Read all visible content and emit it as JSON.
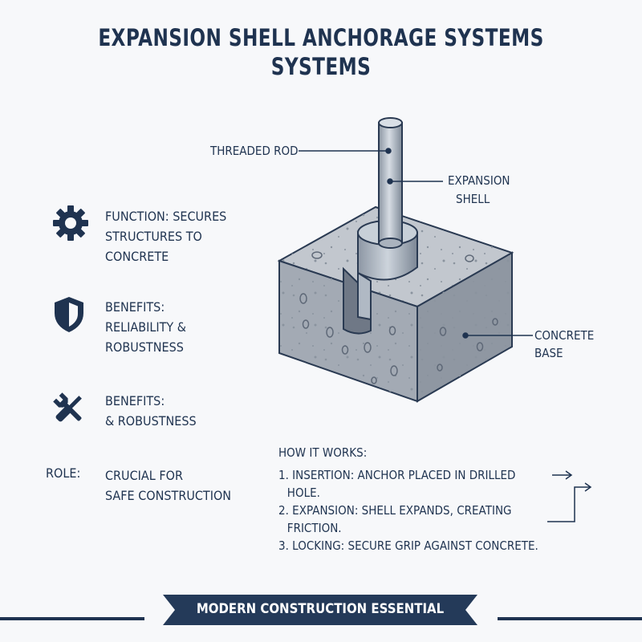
{
  "title": {
    "line1": "EXPANSION SHELL ANCHORAGE SYSTEMS",
    "line2": "SYSTEMS"
  },
  "diagram": {
    "labels": {
      "threaded_rod": "THREADED ROD",
      "expansion_shell_1": "EXPANSION",
      "expansion_shell_2": "SHELL",
      "concrete_base_1": "CONCRETE",
      "concrete_base_2": "BASE"
    }
  },
  "features": [
    {
      "icon": "gear-icon",
      "lines": [
        "FUNCTION: SECURES",
        "STRUCTURES TO",
        "CONCRETE"
      ]
    },
    {
      "icon": "shield-icon",
      "lines": [
        "BENEFITS:",
        "RELIABILITY &",
        "ROBUSTNESS"
      ]
    },
    {
      "icon": "tools-icon",
      "lines": [
        "BENEFITS:",
        "& ROBUSTNESS"
      ]
    }
  ],
  "role": {
    "label": "ROLE:",
    "line1": "CRUCIAL FOR",
    "line2": "SAFE CONSTRUCTION"
  },
  "how_it_works": {
    "heading": "HOW IT WORKS:",
    "steps": [
      {
        "line1": "1.  INSERTION: ANCHOR PLACED IN DRILLED",
        "line2": "HOLE."
      },
      {
        "line1": "2.  EXPANSION: SHELL EXPANDS, CREATING",
        "line2": "FRICTION."
      },
      {
        "line1": "3.  LOCKING: SECURE GRIP AGAINST CONCRETE.",
        "line2": ""
      }
    ]
  },
  "banner": {
    "text": "MODERN CONSTRUCTION ESSENTIAL"
  },
  "colors": {
    "navy": "#1f3350",
    "concrete": "#a9b0ba",
    "steel": "#b9c2cc"
  }
}
